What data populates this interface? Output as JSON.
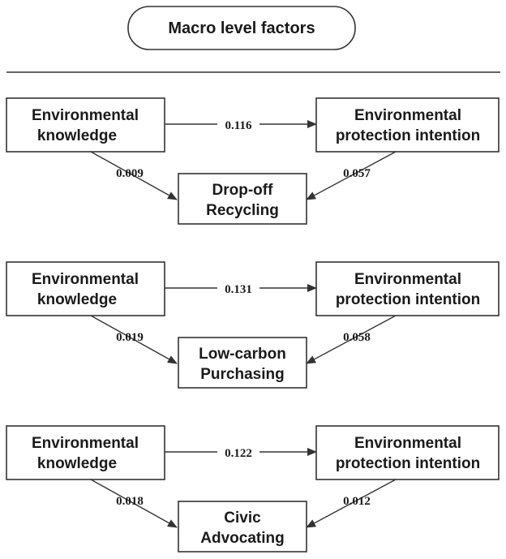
{
  "title": "Macro level factors",
  "panels": [
    {
      "knowledge": [
        "Environmental",
        "knowledge"
      ],
      "intention": [
        "Environmental",
        "protection intention"
      ],
      "outcome": [
        "Drop-off",
        "Recycling"
      ],
      "coef_knowledge_intention": "0.116",
      "coef_knowledge_outcome": "0.009",
      "coef_intention_outcome": "0.057"
    },
    {
      "knowledge": [
        "Environmental",
        "knowledge"
      ],
      "intention": [
        "Environmental",
        "protection intention"
      ],
      "outcome": [
        "Low-carbon",
        "Purchasing"
      ],
      "coef_knowledge_intention": "0.131",
      "coef_knowledge_outcome": "0.019",
      "coef_intention_outcome": "0.058"
    },
    {
      "knowledge": [
        "Environmental",
        "knowledge"
      ],
      "intention": [
        "Environmental",
        "protection intention"
      ],
      "outcome": [
        "Civic",
        "Advocating"
      ],
      "coef_knowledge_intention": "0.122",
      "coef_knowledge_outcome": "0.018",
      "coef_intention_outcome": "0.012"
    }
  ]
}
